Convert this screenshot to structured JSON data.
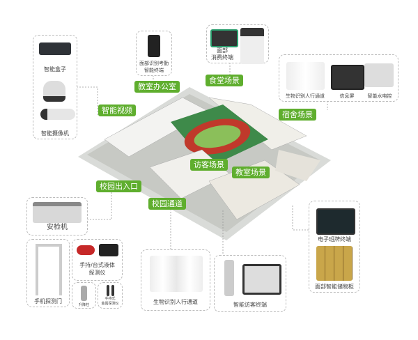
{
  "devices": {
    "box": "智能盒子",
    "camera": "智能摄像机",
    "attendance": "面部识别考勤\n智能终端",
    "attendance_l1": "面部识别考勤",
    "attendance_l2": "智能终端",
    "pos_l1": "面部",
    "pos_l2": "消费终端",
    "gate_top": "生物识别人行通道",
    "info_screen": "信息屏",
    "water_ctrl": "智能水电控",
    "xray": "安检机",
    "metal_door": "手机探测门",
    "liquid_l1": "手持/台式液体",
    "liquid_l2": "探测仪",
    "bollard": "升降柱",
    "handheld_l1": "手持式",
    "handheld_l2": "金属探测仪",
    "gate_bottom": "生物识别人行通道",
    "visitor_terminal": "智能访客终端",
    "class_board": "电子班牌终端",
    "locker": "面部智能储物柜"
  },
  "scenes": {
    "office": "教室办公室",
    "canteen": "食堂场景",
    "video": "智能视频",
    "dorm": "宿舍场景",
    "visitor": "访客场景",
    "classroom": "教室场景",
    "entrance": "校园出入口",
    "passage": "校园通道"
  },
  "colors": {
    "accent": "#5fae2e",
    "track": "#c0392b"
  }
}
